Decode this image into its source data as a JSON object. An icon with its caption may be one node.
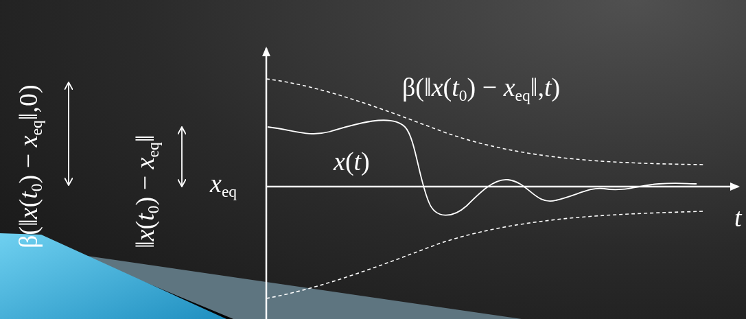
{
  "diagram": {
    "labels": [
      "β(‖*x*(*t*$_{0}$) − *x*$_{eq}$‖,0)",
      "‖*x*(*t*$_{0}$) − *x*$_{eq}$‖",
      "*x*$_{eq}$",
      "*x*(*t*)",
      "β(‖*x*(*t*$_{0}$) − *x*$_{eq}$‖,*t*)",
      "t"
    ]
  }
}
